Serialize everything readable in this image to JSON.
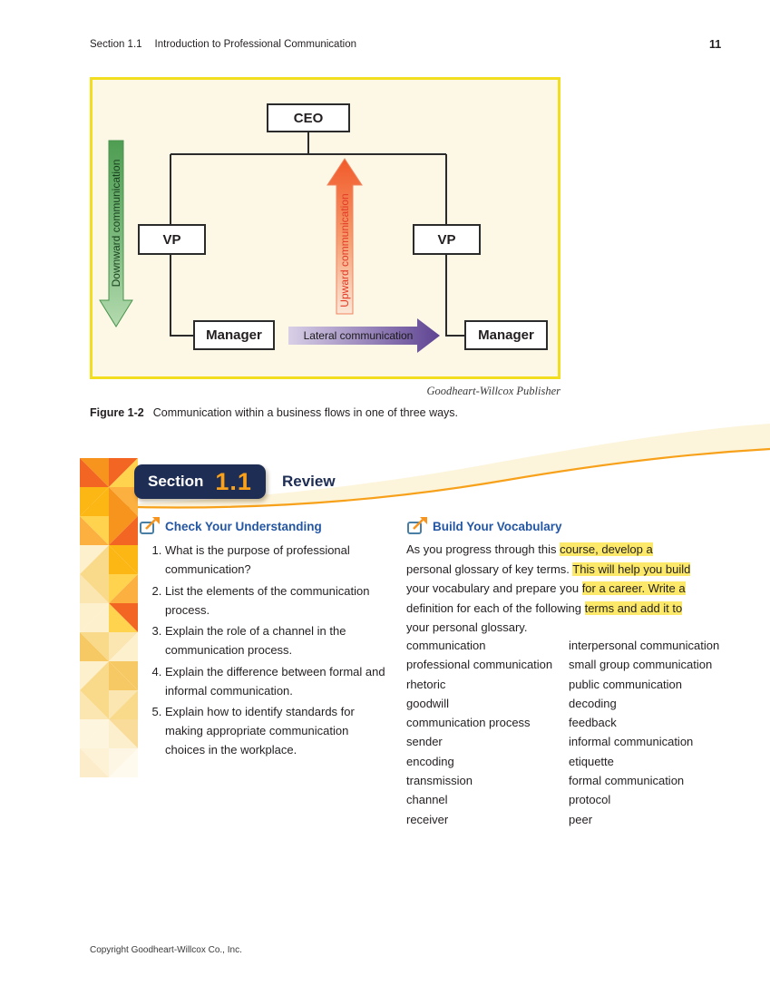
{
  "page": {
    "header_section": "Section 1.1",
    "header_title": "Introduction to Professional Communication",
    "page_number": "11",
    "footer": "Copyright Goodheart-Willcox Co., Inc."
  },
  "figure": {
    "org_chart": {
      "ceo": "CEO",
      "vp_left": "VP",
      "vp_right": "VP",
      "manager_left": "Manager",
      "manager_right": "Manager"
    },
    "arrows": {
      "downward": "Downward communication",
      "upward": "Upward communication",
      "lateral": "Lateral communication"
    },
    "attribution": "Goodheart-Willcox Publisher",
    "caption_label": "Figure 1-2",
    "caption_text": "Communication within a business flows in one of three ways.",
    "colors": {
      "frame_border": "#f2de1e",
      "background": "#fdf8e6",
      "downward_arrow_green": "#5aa75c",
      "upward_arrow_orange": "#f1592a",
      "lateral_arrow_purple": "#5e4392"
    }
  },
  "review": {
    "section_label": "Section",
    "section_number": "1.1",
    "review_label": "Review",
    "colors": {
      "badge_navy": "#1e2d54",
      "accent_orange": "#f7941d",
      "heading_blue": "#2456a4",
      "highlight_yellow": "#fce96a"
    },
    "check": {
      "heading": "Check Your Understanding",
      "questions": [
        "What is the purpose of professional communication?",
        "List the elements of the communication process.",
        "Explain the role of a channel in the communication process.",
        "Explain the difference between formal and informal communication.",
        "Explain how to identify standards for making appropriate communication choices in the workplace."
      ]
    },
    "vocab": {
      "heading": "Build Your Vocabulary",
      "intro_lines": [
        [
          {
            "t": "As you progress through this ",
            "hl": false
          },
          {
            "t": "course, develop a",
            "hl": true
          }
        ],
        [
          {
            "t": "personal glossary of key terms. ",
            "hl": false
          },
          {
            "t": "This will help you build",
            "hl": true
          }
        ],
        [
          {
            "t": "your vocabulary and prepare you ",
            "hl": false
          },
          {
            "t": "for a career. Write a",
            "hl": true
          }
        ],
        [
          {
            "t": "definition for each of the following ",
            "hl": false
          },
          {
            "t": "terms and add it to",
            "hl": true
          }
        ],
        [
          {
            "t": "your personal glossary.",
            "hl": false
          }
        ]
      ],
      "terms_left": [
        "communication",
        "professional communication",
        "rhetoric",
        "goodwill",
        "communication process",
        "sender",
        "encoding",
        "transmission",
        "channel",
        "receiver"
      ],
      "terms_right": [
        "interpersonal communication",
        "small group communication",
        "public communication",
        "decoding",
        "feedback",
        "informal communication",
        "etiquette",
        "formal communication",
        "protocol",
        "peer"
      ]
    }
  }
}
